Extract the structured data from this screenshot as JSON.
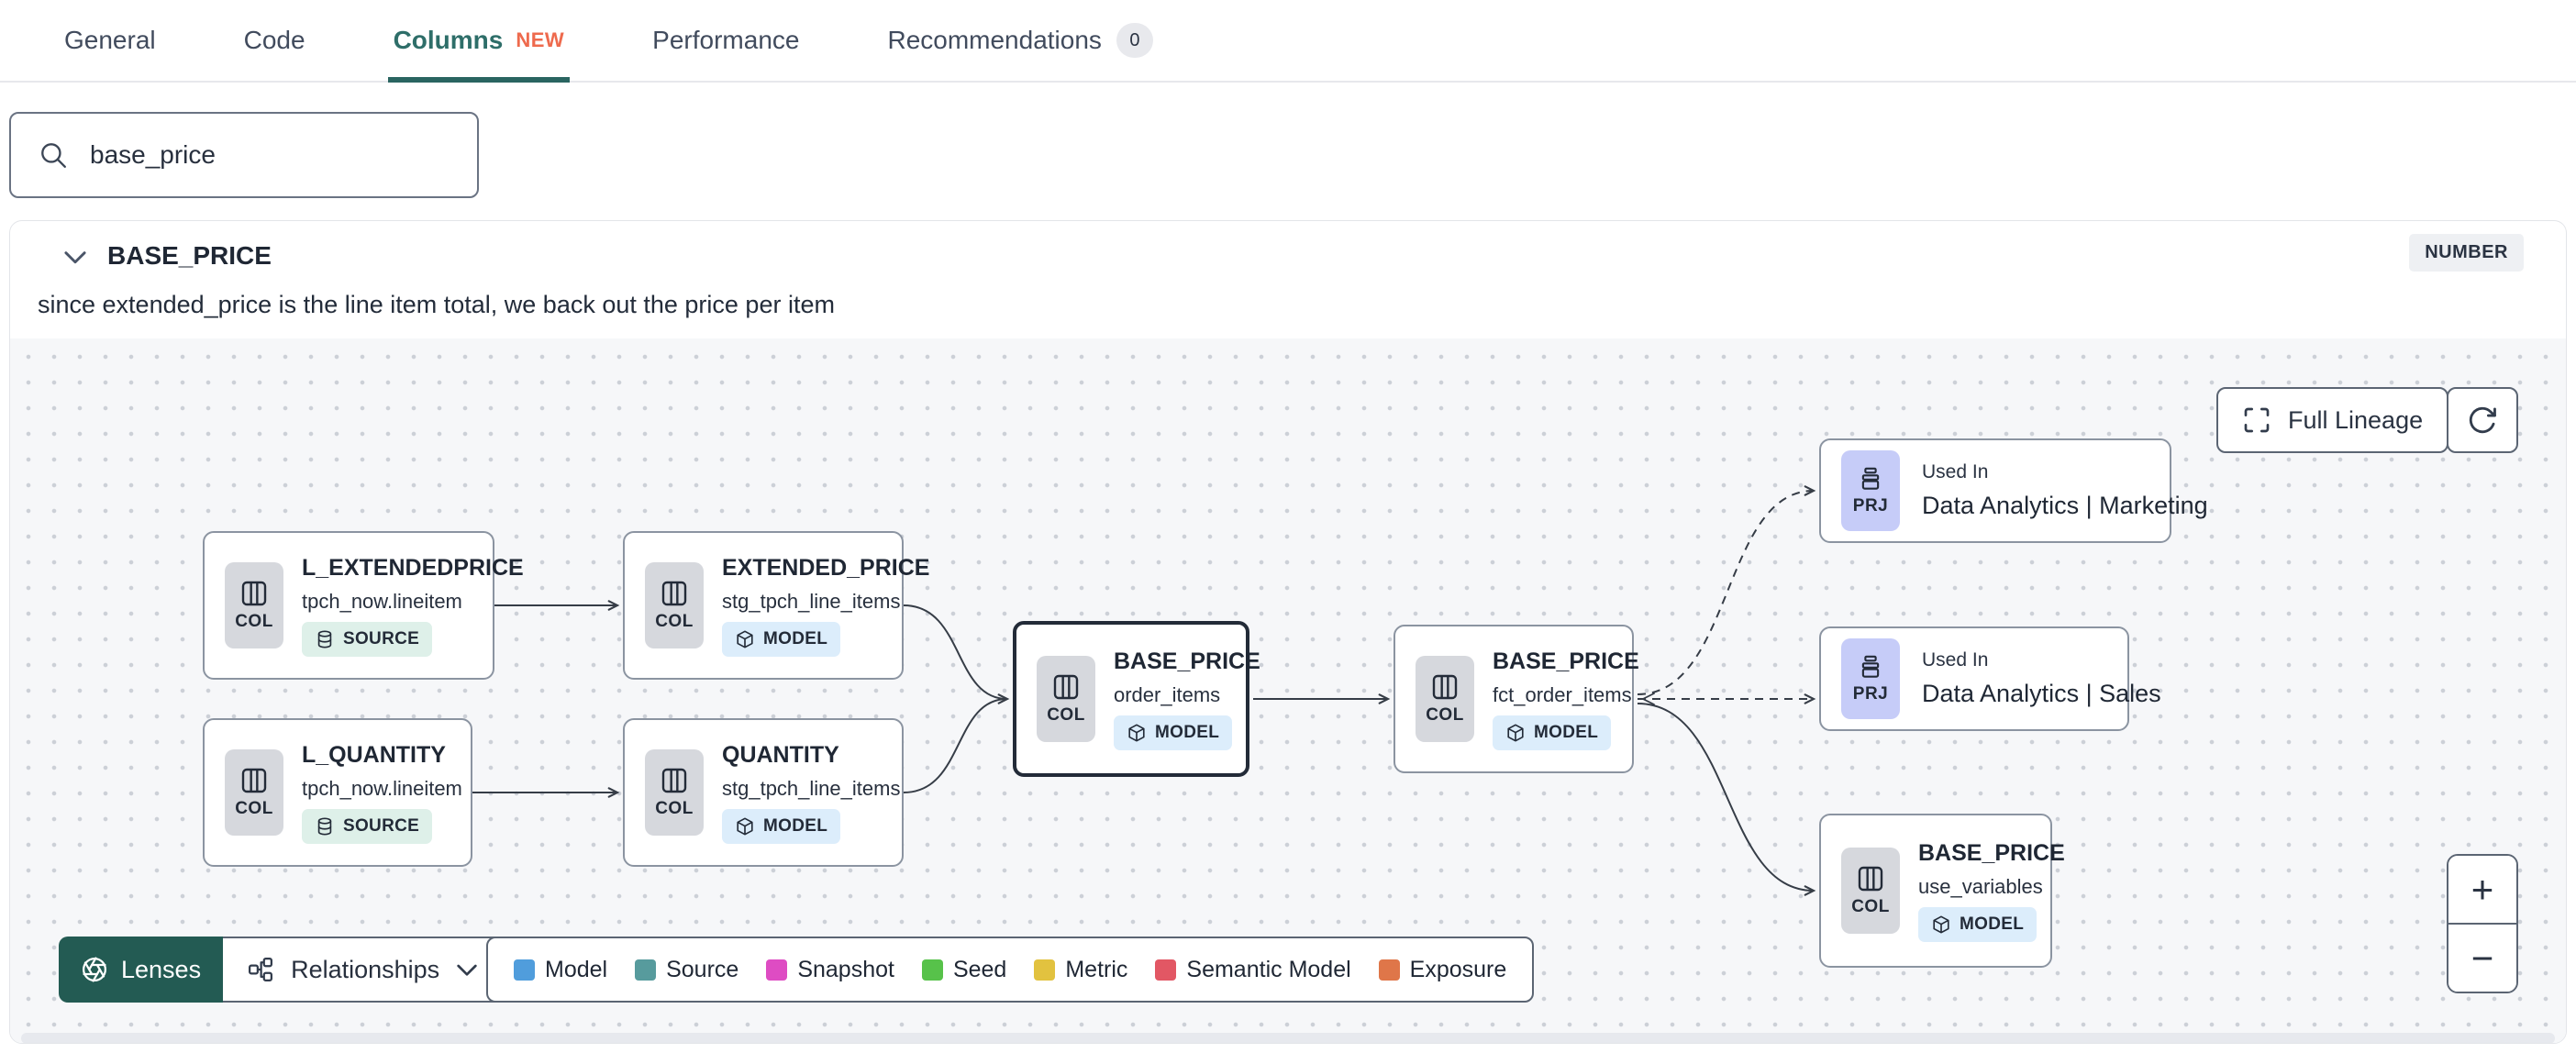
{
  "tabs": {
    "items": [
      {
        "label": "General"
      },
      {
        "label": "Code"
      },
      {
        "label": "Columns",
        "badge": "NEW",
        "active": true
      },
      {
        "label": "Performance"
      },
      {
        "label": "Recommendations",
        "count": "0"
      }
    ]
  },
  "search": {
    "value": "base_price",
    "icon": "magnifier"
  },
  "column_panel": {
    "name": "BASE_PRICE",
    "data_type": "NUMBER",
    "description": "since extended_price is the line item total, we back out the price per item"
  },
  "lineage": {
    "nodes": [
      {
        "title": "L_EXTENDEDPRICE",
        "subtitle": "tpch_now.lineitem",
        "badge": "COL",
        "tag": "SOURCE"
      },
      {
        "title": "EXTENDED_PRICE",
        "subtitle": "stg_tpch_line_items",
        "badge": "COL",
        "tag": "MODEL"
      },
      {
        "title": "L_QUANTITY",
        "subtitle": "tpch_now.lineitem",
        "badge": "COL",
        "tag": "SOURCE"
      },
      {
        "title": "QUANTITY",
        "subtitle": "stg_tpch_line_items",
        "badge": "COL",
        "tag": "MODEL"
      },
      {
        "title": "BASE_PRICE",
        "subtitle": "order_items",
        "badge": "COL",
        "tag": "MODEL",
        "selected": true
      },
      {
        "title": "BASE_PRICE",
        "subtitle": "fct_order_items",
        "badge": "COL",
        "tag": "MODEL"
      },
      {
        "kicker": "Used In",
        "title": "Data Analytics | Marketing",
        "badge": "PRJ"
      },
      {
        "kicker": "Used In",
        "title": "Data Analytics | Sales",
        "badge": "PRJ"
      },
      {
        "title": "BASE_PRICE",
        "subtitle": "use_variables",
        "badge": "COL",
        "tag": "MODEL"
      }
    ],
    "controls": {
      "full_lineage": "Full Lineage",
      "lenses": "Lenses",
      "relationships": "Relationships",
      "zoom_in": "+",
      "zoom_out": "−"
    },
    "legend": {
      "items": [
        {
          "label": "Model",
          "color": "#509ddc"
        },
        {
          "label": "Source",
          "color": "#579b9d"
        },
        {
          "label": "Snapshot",
          "color": "#de4cc3"
        },
        {
          "label": "Seed",
          "color": "#57c24a"
        },
        {
          "label": "Metric",
          "color": "#e2c23f"
        },
        {
          "label": "Semantic Model",
          "color": "#e25764"
        },
        {
          "label": "Exposure",
          "color": "#df7649"
        }
      ]
    },
    "colors": {
      "accent_teal": "#2e6e69",
      "lenses_green": "#235b53",
      "edge": "#363d47",
      "selected_border": "#232b38"
    }
  }
}
